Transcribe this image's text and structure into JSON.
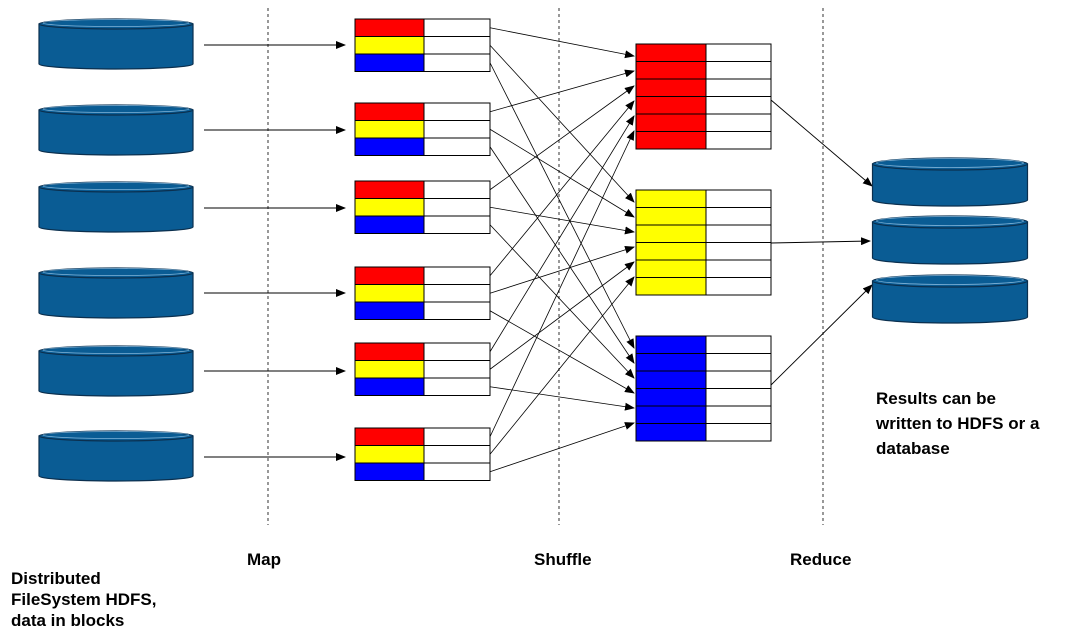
{
  "phases": {
    "map": "Map",
    "shuffle": "Shuffle",
    "reduce": "Reduce"
  },
  "notes": {
    "source": [
      "Distributed",
      "FileSystem HDFS,",
      "data in blocks"
    ],
    "results": [
      "Results can be",
      "written to HDFS or a",
      "database"
    ]
  },
  "colors": {
    "disk": "#0a5c94",
    "red": "#ff0000",
    "yellow": "#ffff00",
    "blue": "#0000ff"
  },
  "structure": {
    "input_disks": 6,
    "mappers": 6,
    "reducers": [
      "red",
      "yellow",
      "blue"
    ],
    "output_disks": 3
  }
}
